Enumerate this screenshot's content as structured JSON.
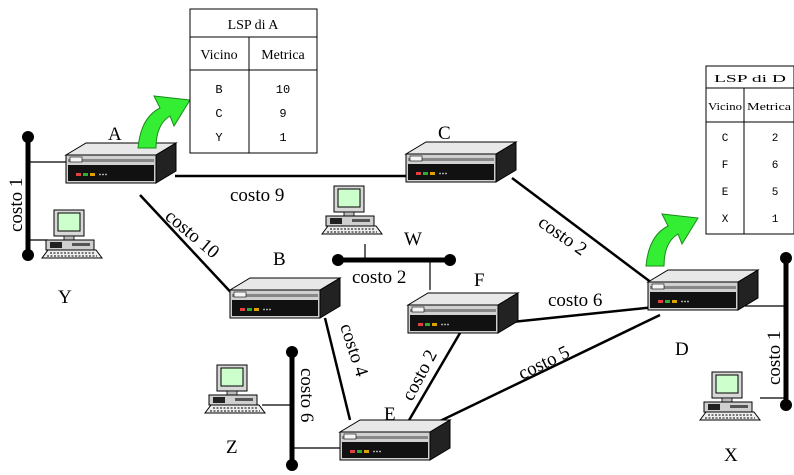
{
  "routers": [
    {
      "id": "A",
      "label": "A"
    },
    {
      "id": "B",
      "label": "B"
    },
    {
      "id": "C",
      "label": "C"
    },
    {
      "id": "D",
      "label": "D"
    },
    {
      "id": "E",
      "label": "E"
    },
    {
      "id": "F",
      "label": "F"
    }
  ],
  "hosts": [
    {
      "id": "Y",
      "label": "Y"
    },
    {
      "id": "W",
      "label": "W"
    },
    {
      "id": "Z",
      "label": "Z"
    },
    {
      "id": "X",
      "label": "X"
    }
  ],
  "links": [
    {
      "id": "A-C",
      "label": "costo 9"
    },
    {
      "id": "A-B",
      "label": "costo 10"
    },
    {
      "id": "C-D",
      "label": "costo 2"
    },
    {
      "id": "F-D",
      "label": "costo 6"
    },
    {
      "id": "E-D",
      "label": "costo 5"
    },
    {
      "id": "B-E",
      "label": "costo 4"
    },
    {
      "id": "E-F",
      "label": "costo 2"
    },
    {
      "id": "net-Y",
      "label": "costo 1"
    },
    {
      "id": "net-W",
      "label": "costo 2"
    },
    {
      "id": "net-Z",
      "label": "costo 6"
    },
    {
      "id": "net-X",
      "label": "costo 1"
    }
  ],
  "lsp_a": {
    "title": "LSP di A",
    "col_neighbor": "Vicino",
    "col_metric": "Metrica",
    "rows": [
      {
        "neighbor": "B",
        "metric": "10"
      },
      {
        "neighbor": "C",
        "metric": "9"
      },
      {
        "neighbor": "Y",
        "metric": "1"
      }
    ]
  },
  "lsp_d": {
    "title": "LSP di D",
    "col_neighbor": "Vicino",
    "col_metric": "Metrica",
    "rows": [
      {
        "neighbor": "C",
        "metric": "2"
      },
      {
        "neighbor": "F",
        "metric": "6"
      },
      {
        "neighbor": "E",
        "metric": "5"
      },
      {
        "neighbor": "X",
        "metric": "1"
      }
    ]
  },
  "colors": {
    "arrow": "#33ee33",
    "screen": "#ccffcc",
    "led": "#33aa33"
  }
}
